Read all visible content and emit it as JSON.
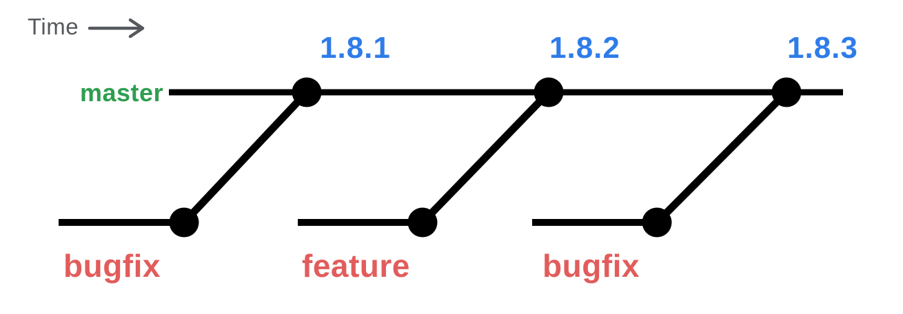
{
  "time_axis": {
    "label": "Time",
    "arrow_icon": "right-arrow-icon"
  },
  "master_branch": {
    "label": "master"
  },
  "release_tags": [
    {
      "label": "1.8.1"
    },
    {
      "label": "1.8.2"
    },
    {
      "label": "1.8.3"
    }
  ],
  "topic_branches": [
    {
      "label": "bugfix"
    },
    {
      "label": "feature"
    },
    {
      "label": "bugfix"
    }
  ],
  "colors": {
    "release_tag_blue": "#2F7CE9",
    "master_green": "#2E9E4F",
    "topic_branch_red": "#E25C5C",
    "time_gray": "#55585C",
    "line_black": "#000000",
    "background": "#FFFFFF"
  }
}
